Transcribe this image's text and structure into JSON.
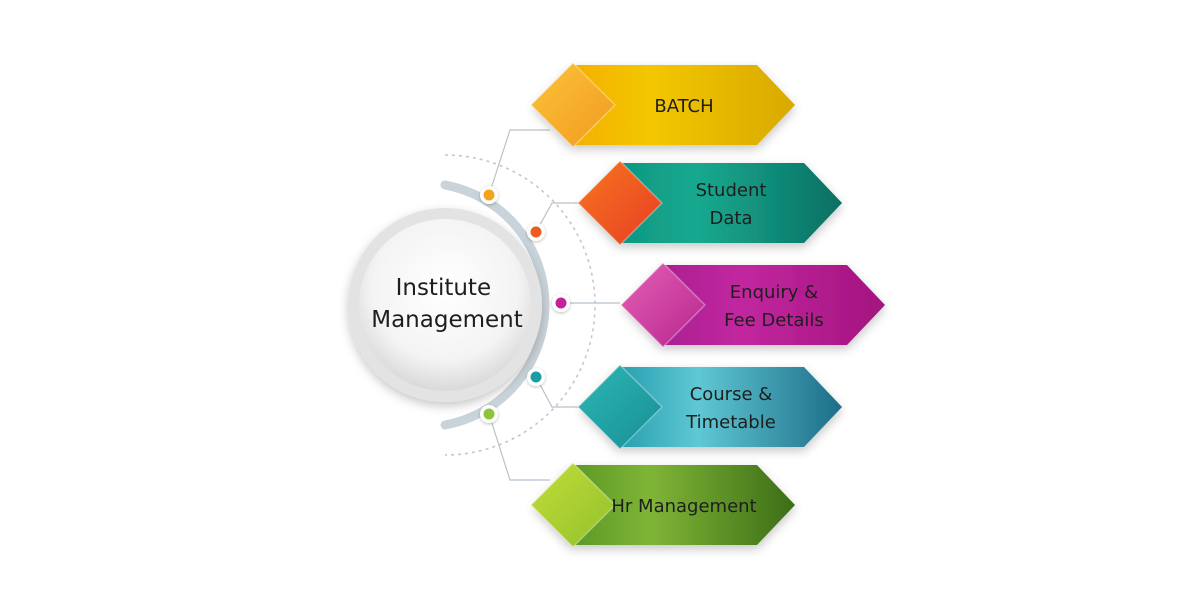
{
  "hub": {
    "lines": [
      "Institute",
      "Management"
    ]
  },
  "items": [
    {
      "id": "batch",
      "lines": [
        "BATCH"
      ],
      "colors": [
        "#f7a400",
        "#f2c700",
        "#d9a900"
      ],
      "accent": [
        "#fbc33a",
        "#f39a1e"
      ],
      "dot": "#f4a31f"
    },
    {
      "id": "student-data",
      "lines": [
        "Student",
        "Data"
      ],
      "colors": [
        "#0a8e7c",
        "#17a98f",
        "#0b6f63"
      ],
      "accent": [
        "#f6761f",
        "#e83d24"
      ],
      "dot": "#ea5b22"
    },
    {
      "id": "enquiry-fee",
      "lines": [
        "Enquiry &",
        "Fee Details"
      ],
      "colors": [
        "#9e1a8c",
        "#c2279f",
        "#a3137f"
      ],
      "accent": [
        "#e65fb3",
        "#b5268f"
      ],
      "dot": "#c3249b"
    },
    {
      "id": "course-timetable",
      "lines": [
        "Course &",
        "Timetable"
      ],
      "colors": [
        "#0b8a9c",
        "#5fc8d4",
        "#1d6d88"
      ],
      "accent": [
        "#2fb6b3",
        "#168f96"
      ],
      "dot": "#1a9da3"
    },
    {
      "id": "hr-management",
      "lines": [
        "Hr Management"
      ],
      "colors": [
        "#4b8a1f",
        "#7fb536",
        "#3c6d17"
      ],
      "accent": [
        "#c4dd3b",
        "#8fc12a"
      ],
      "dot": "#8cc53a"
    }
  ]
}
